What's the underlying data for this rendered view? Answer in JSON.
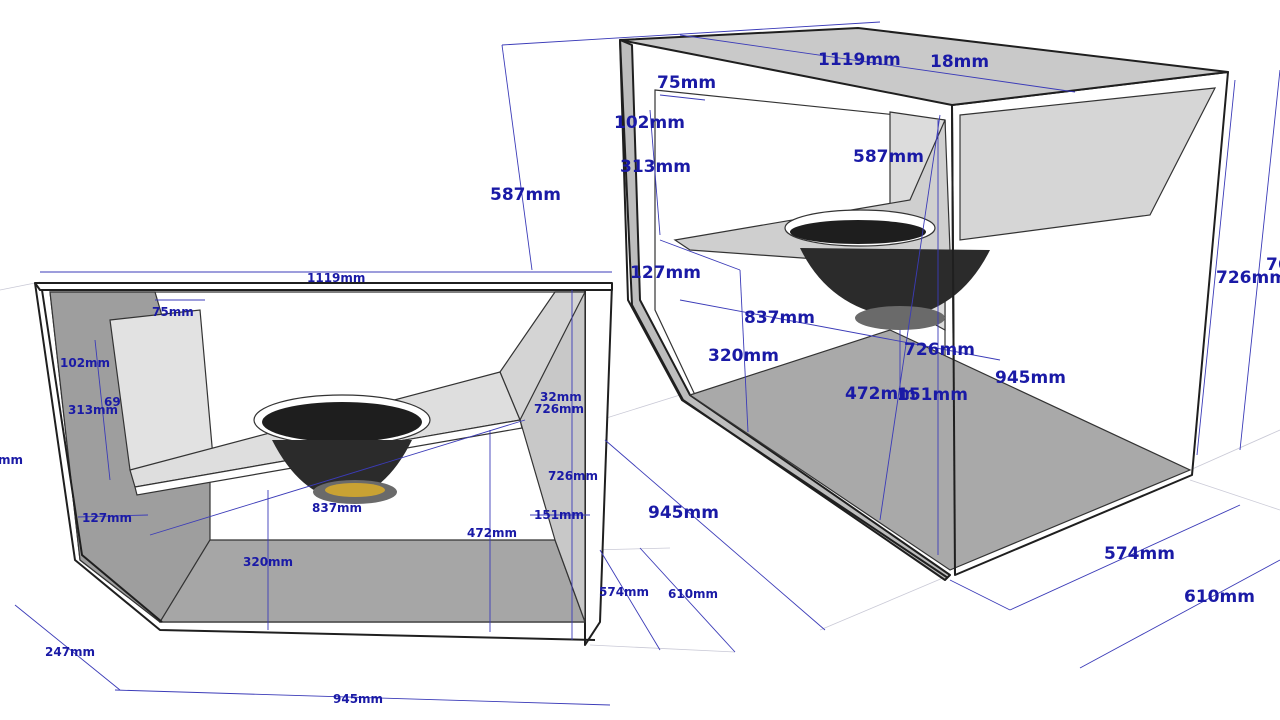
{
  "front_view": {
    "width_top": "1119mm",
    "port_mouth": "75mm",
    "port_width": "102mm",
    "port_length": "313mm",
    "partial_label": "69",
    "baffle_gap": "127mm",
    "port_depth": "837mm",
    "bottom_rise": "320mm",
    "inner_height": "472mm",
    "short_side": "151mm",
    "height_right": "726mm",
    "height_inner": "726mm",
    "overlap_label": "32mm",
    "depth_inner": "574mm",
    "depth_outer": "610mm",
    "chamfer": "247mm",
    "width_bottom": "945mm",
    "edge_cut_label": "mm"
  },
  "rear_view": {
    "width_top": "1119mm",
    "panel_thickness": "18mm",
    "port_mouth": "75mm",
    "port_width": "102mm",
    "port_length": "313mm",
    "side_height": "587mm",
    "inner_height": "587mm",
    "baffle_gap": "127mm",
    "port_depth": "837mm",
    "bottom_rise": "320mm",
    "height_inner": "726mm",
    "inner_472": "472mm",
    "short_side": "151mm",
    "width_bottom": "945mm",
    "depth_inner": "574mm",
    "depth_outer": "610mm",
    "height_outer": "726mm",
    "cut_label": "76",
    "front_bottom": "945mm"
  },
  "colors": {
    "dimension_text": "#1a1aa6",
    "panel_light": "#d9d9d9",
    "panel_mid": "#c4c4c4",
    "panel_dark": "#9a9a9a",
    "speaker_cone": "#1e1e1e"
  }
}
